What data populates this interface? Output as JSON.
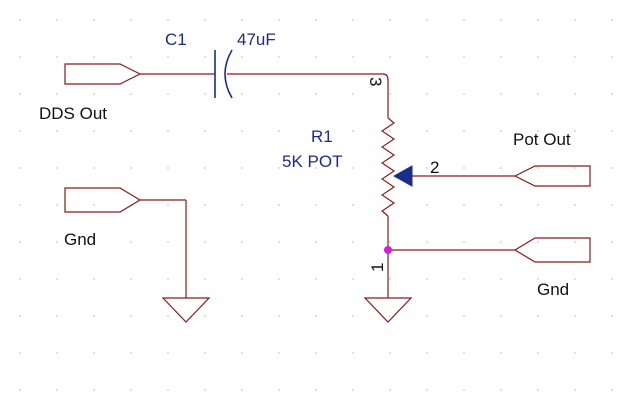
{
  "components": {
    "capacitor": {
      "ref": "C1",
      "value": "47uF"
    },
    "potentiometer": {
      "ref": "R1",
      "value": "5K POT",
      "pin1": "1",
      "pin2": "2",
      "pin3": "3"
    }
  },
  "ports": {
    "dds_out": "DDS Out",
    "gnd_left": "Gnd",
    "pot_out": "Pot Out",
    "gnd_right": "Gnd"
  },
  "colors": {
    "wire": "#8b1a1a",
    "component": "#1a2d8c",
    "junction": "#d21fd2",
    "grid_dot": "#c8c8c8"
  }
}
